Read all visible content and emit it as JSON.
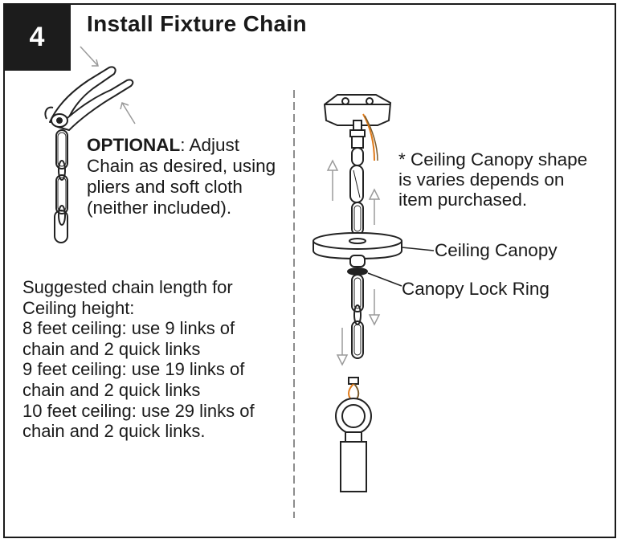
{
  "step": {
    "number": "4",
    "title": "Install Fixture Chain"
  },
  "optional": {
    "label": "OPTIONAL",
    "rest": ":  Adjust Chain as desired, using pliers and soft cloth (neither included)."
  },
  "suggestion": {
    "lines": [
      "Suggested chain length for",
      "Ceiling height:",
      "8 feet ceiling: use 9 links of",
      "chain and 2 quick links",
      "9 feet ceiling: use 19 links of",
      "chain and 2 quick links",
      "10 feet ceiling: use 29 links of",
      "chain and 2 quick links."
    ]
  },
  "note": {
    "lines": [
      "* Ceiling Canopy shape",
      "is varies depends on",
      "item purchased."
    ]
  },
  "labels": {
    "ceiling_canopy": "Ceiling Canopy",
    "canopy_lock_ring": "Canopy Lock Ring"
  },
  "icons": [
    "pliers-icon",
    "chain-icon",
    "arrow-up-icon",
    "arrow-down-icon",
    "mounting-bracket-icon",
    "fixture-loop-icon"
  ],
  "colors": {
    "ink": "#1a1a1a",
    "step_box": "#1c1c1c",
    "arrows": "#9a9a9a",
    "wire_orange": "#e07b1a",
    "wire_brown": "#7a5a2a"
  }
}
